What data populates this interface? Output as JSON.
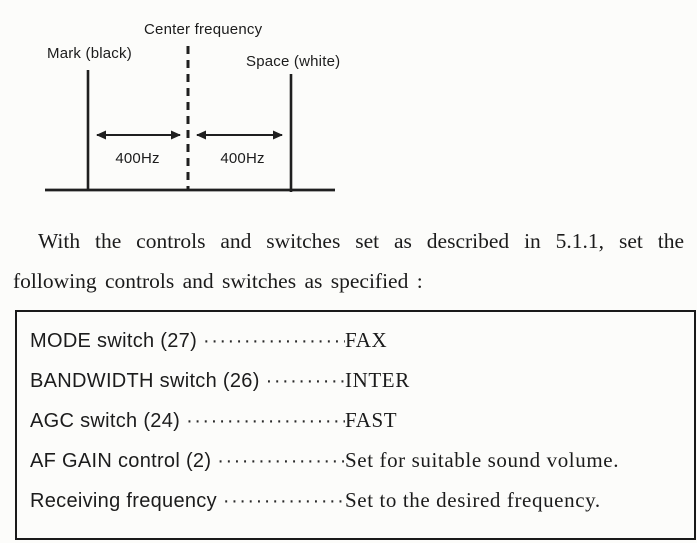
{
  "diagram": {
    "center_frequency_label": "Center frequency",
    "mark_label": "Mark (black)",
    "space_label": "Space (white)",
    "left_bandwidth_label": "400Hz",
    "right_bandwidth_label": "400Hz"
  },
  "paragraph": {
    "line1": "With the controls and switches set as described in 5.1.1, set the",
    "line2": "following controls and switches as specified :"
  },
  "settings_table": {
    "leader_dots": "········································",
    "rows": [
      {
        "label": "MODE switch (27)",
        "value": "FAX"
      },
      {
        "label": "BANDWIDTH switch (26)",
        "value": "INTER"
      },
      {
        "label": "AGC switch (24)",
        "value": "FAST"
      },
      {
        "label": "AF GAIN control (2)",
        "value": "Set for suitable sound volume."
      },
      {
        "label": "Receiving frequency",
        "value": "Set to the desired frequency."
      }
    ]
  },
  "colors": {
    "ink": "#1f1f1f",
    "paper": "#fcfcfa"
  }
}
